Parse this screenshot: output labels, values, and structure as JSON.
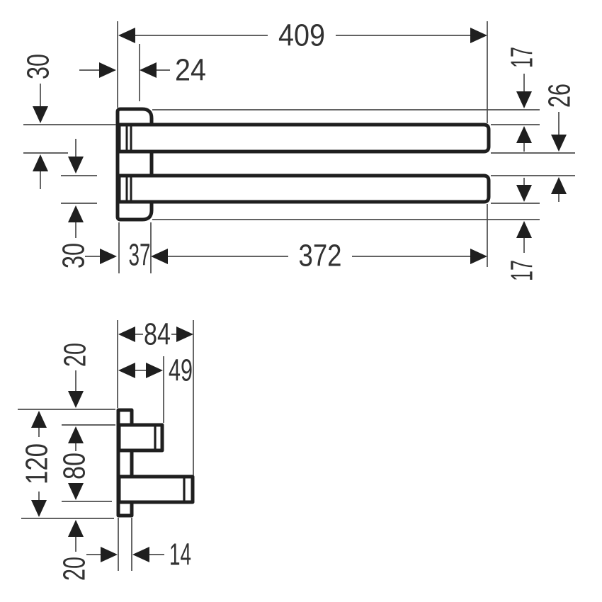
{
  "plan_view": {
    "dim_overall_length": "409",
    "dim_wall_to_pivot": "24",
    "dim_upper_bar_width": "30",
    "dim_plate_top_to_bar_top": "17",
    "dim_bar_gap": "26",
    "dim_lower_bar_width": "30",
    "dim_plate_depth": "37",
    "dim_bar_length": "372",
    "dim_bar_bottom_to_plate_bottom": "17"
  },
  "side_view": {
    "dim_total_projection": "84",
    "dim_top_offset": "20",
    "dim_upper_arm_projection": "49",
    "dim_backplate_height": "120",
    "dim_arm_span": "80",
    "dim_bottom_offset": "20",
    "dim_backplate_thickness": "14"
  },
  "colors": {
    "object_line": "#1f1f1f",
    "thin_line": "#4b4b4b",
    "label": "#323232",
    "background": "#ffffff"
  }
}
